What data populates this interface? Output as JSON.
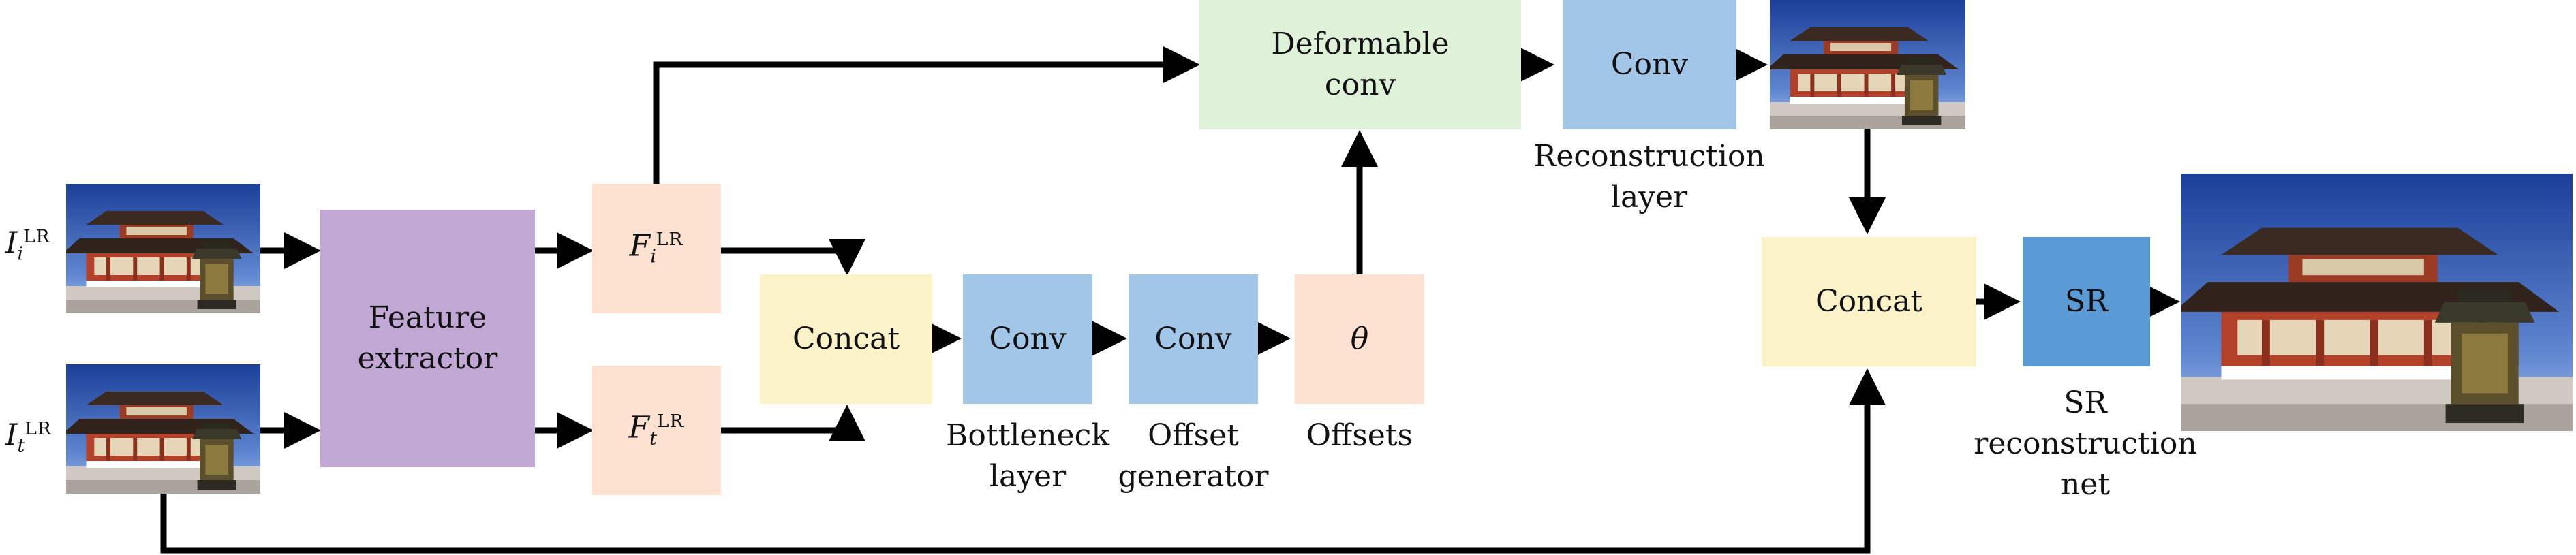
{
  "colors": {
    "feature": "#c1a7d4",
    "fmap": "#fde2d2",
    "concat": "#fcf2c7",
    "conv": "#a2c6e8",
    "sr": "#5b9bd5",
    "deform": "#dff2d9",
    "arrow": "#000000"
  },
  "inputs": {
    "i": {
      "symbol": "I",
      "sub": "i",
      "sup": "LR"
    },
    "t": {
      "symbol": "I",
      "sub": "t",
      "sup": "LR"
    }
  },
  "boxes": {
    "feature_extractor": {
      "line1": "Feature",
      "line2": "extractor"
    },
    "feat_i": {
      "symbol": "F",
      "sub": "i",
      "sup": "LR"
    },
    "feat_t": {
      "symbol": "F",
      "sub": "t",
      "sup": "LR"
    },
    "concat1": "Concat",
    "conv_bottleneck": "Conv",
    "conv_offset": "Conv",
    "theta": "θ",
    "deformable": {
      "line1": "Deformable",
      "line2": "conv"
    },
    "conv_recon": "Conv",
    "concat2": "Concat",
    "sr": "SR"
  },
  "labels": {
    "bottleneck": {
      "line1": "Bottleneck",
      "line2": "layer"
    },
    "offset_gen": {
      "line1": "Offset",
      "line2": "generator"
    },
    "offsets": "Offsets",
    "recon": {
      "line1": "Reconstruction",
      "line2": "layer"
    },
    "sr_net": {
      "line1": "SR",
      "line2": "reconstruction",
      "line3": "net"
    }
  },
  "images": {
    "input_i": "temple-photo",
    "input_t": "temple-photo",
    "aligned": "temple-photo",
    "output_sr": "temple-photo"
  }
}
